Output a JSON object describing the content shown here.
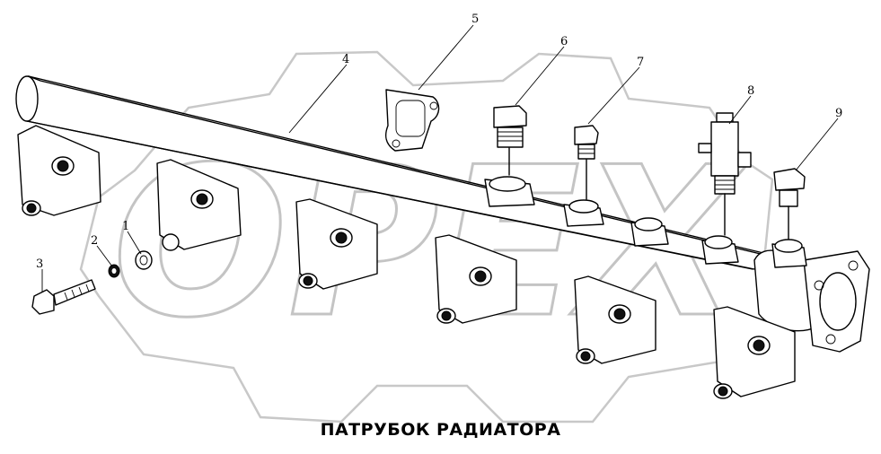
{
  "diagram": {
    "caption": "ПАТРУБОК РАДИАТОРА",
    "watermark": "OPEX",
    "callouts": [
      {
        "id": "c1",
        "label": "1"
      },
      {
        "id": "c2",
        "label": "2"
      },
      {
        "id": "c3",
        "label": "3"
      },
      {
        "id": "c4",
        "label": "4"
      },
      {
        "id": "c5",
        "label": "5"
      },
      {
        "id": "c6",
        "label": "6"
      },
      {
        "id": "c7",
        "label": "7"
      },
      {
        "id": "c8",
        "label": "8"
      },
      {
        "id": "c9",
        "label": "9"
      }
    ]
  }
}
